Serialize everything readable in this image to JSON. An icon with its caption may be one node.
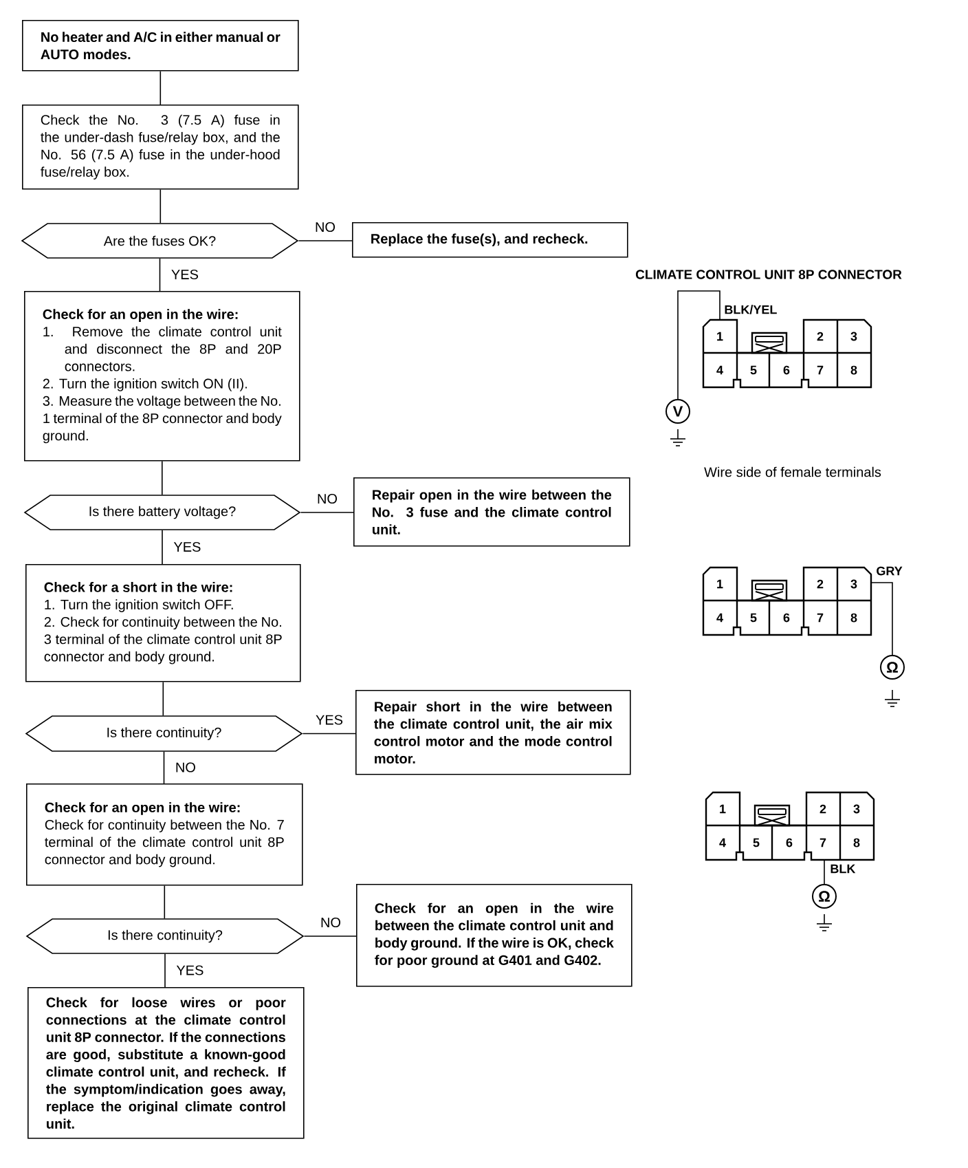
{
  "diagram": {
    "nodes": [
      {
        "text": [
          "No heater and A/C in either manual or AUTO modes."
        ]
      },
      {
        "text": [
          "Check the No. 3 (7.5 A) fuse in the under-dash fuse/relay box, and the No. 56 (7.5 A) fuse in the under-hood fuse/relay box."
        ]
      },
      {
        "text": [
          "Are the fuses OK?"
        ]
      },
      {
        "text": [
          "Replace the fuse(s), and recheck."
        ]
      },
      {
        "text": [
          "Check for an open in the wire:",
          "1. Remove the climate control unit and disconnect the 8P and 20P connectors.",
          "2. Turn the ignition switch ON (II).",
          "3. Measure the voltage between the No. 1 terminal of the 8P connector and body ground."
        ]
      },
      {
        "text": [
          "Is there battery voltage?"
        ]
      },
      {
        "text": [
          "Repair open in the wire between the No. 3 fuse and the climate control unit."
        ]
      },
      {
        "text": [
          "Check for a short in the wire:",
          "1. Turn the ignition switch OFF.",
          "2. Check for continuity between the No. 3 terminal of the climate control unit 8P connector and body ground."
        ]
      },
      {
        "text": [
          "Is there continuity?"
        ]
      },
      {
        "text": [
          "Repair short in the wire between the climate control unit, the air mix control motor and the mode control motor."
        ]
      },
      {
        "text": [
          "Check for an open in the wire:",
          "Check for continuity between the No. 7 terminal of the climate control unit 8P connector and body ground."
        ]
      },
      {
        "text": [
          "Is there continuity?"
        ]
      },
      {
        "text": [
          "Check for an open in the wire between the climate control unit and body ground. If the wire is OK, check for poor ground at G401 and G402."
        ]
      },
      {
        "text": [
          "Check for loose wires or poor connections at the climate control unit 8P connector. If the connections are good, substitute a known-good climate control unit, and recheck. If the symptom/indication goes away, replace the original climate control unit."
        ]
      }
    ],
    "edges": [
      {
        "from": 0,
        "to": 1,
        "arrow": "none"
      },
      {
        "from": 1,
        "to": 2,
        "arrow": "none"
      },
      {
        "from": 2,
        "to": 3,
        "arrow": "none",
        "label": "NO"
      },
      {
        "from": 2,
        "to": 4,
        "arrow": "none",
        "label": "YES"
      },
      {
        "from": 4,
        "to": 5,
        "arrow": "none"
      },
      {
        "from": 5,
        "to": 6,
        "arrow": "none",
        "label": "NO"
      },
      {
        "from": 5,
        "to": 7,
        "arrow": "none",
        "label": "YES"
      },
      {
        "from": 7,
        "to": 8,
        "arrow": "none"
      },
      {
        "from": 8,
        "to": 9,
        "arrow": "none",
        "label": "YES"
      },
      {
        "from": 8,
        "to": 10,
        "arrow": "none",
        "label": "NO"
      },
      {
        "from": 10,
        "to": 11,
        "arrow": "none"
      },
      {
        "from": 11,
        "to": 12,
        "arrow": "none",
        "label": "NO"
      },
      {
        "from": 11,
        "to": 13,
        "arrow": "none",
        "label": "YES"
      }
    ],
    "labels": [
      "CLIMATE CONTROL UNIT 8P CONNECTOR",
      "BLK/YEL",
      "1",
      "2",
      "3",
      "4",
      "5",
      "6",
      "7",
      "8",
      "V",
      "Wire side of female terminals",
      "1",
      "2",
      "3",
      "GRY",
      "4",
      "5",
      "6",
      "7",
      "8",
      "Ω",
      "1",
      "2",
      "3",
      "4",
      "5",
      "6",
      "7",
      "8",
      "BLK",
      "Ω"
    ]
  }
}
